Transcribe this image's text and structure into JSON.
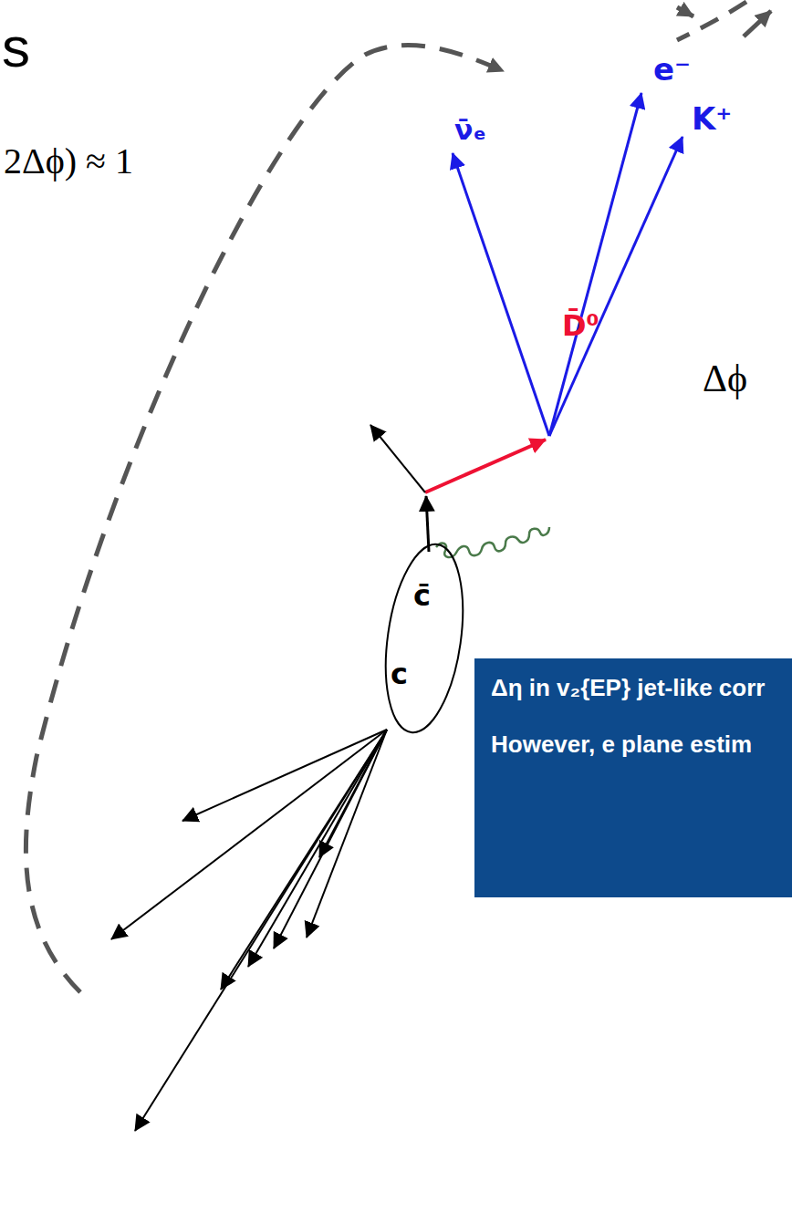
{
  "diagram": {
    "title": "s",
    "nodes": [
      {
        "text": [
          "Δη in v₂{EP} jet-like corr",
          "However, e plane estim"
        ]
      }
    ],
    "labels": [
      "2Δϕ) ≈ 1",
      "Δϕ",
      "e⁻",
      "K⁺",
      "ν̄ₑ",
      "D̄⁰",
      "c̄",
      "c"
    ]
  }
}
